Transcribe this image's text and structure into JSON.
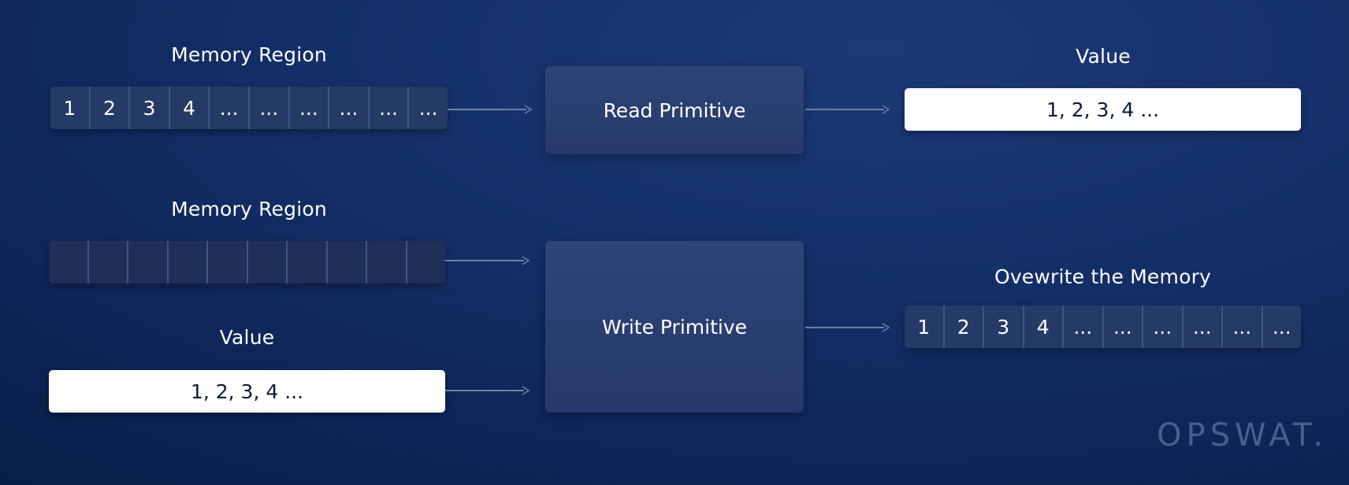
{
  "read": {
    "region_label": "Memory Region",
    "cells": [
      "1",
      "2",
      "3",
      "4",
      "...",
      "...",
      "...",
      "...",
      "...",
      "..."
    ],
    "primitive_label": "Read Primitive",
    "value_label": "Value",
    "value_text": "1, 2, 3, 4 ..."
  },
  "write": {
    "region_label": "Memory Region",
    "empty_cells": 10,
    "value_label": "Value",
    "value_text": "1, 2, 3, 4 ...",
    "primitive_label": "Write Primitive",
    "result_label": "Ovewrite the Memory",
    "result_cells": [
      "1",
      "2",
      "3",
      "4",
      "...",
      "...",
      "...",
      "...",
      "...",
      "..."
    ]
  },
  "brand": {
    "logo_text": "OPSWAT."
  },
  "colors": {
    "background": "#0c2252",
    "primitive_box": "#2a3f70",
    "cell_bg": "#253a66",
    "arrow": "#6b7fa6",
    "logo": "#4a5f89"
  }
}
